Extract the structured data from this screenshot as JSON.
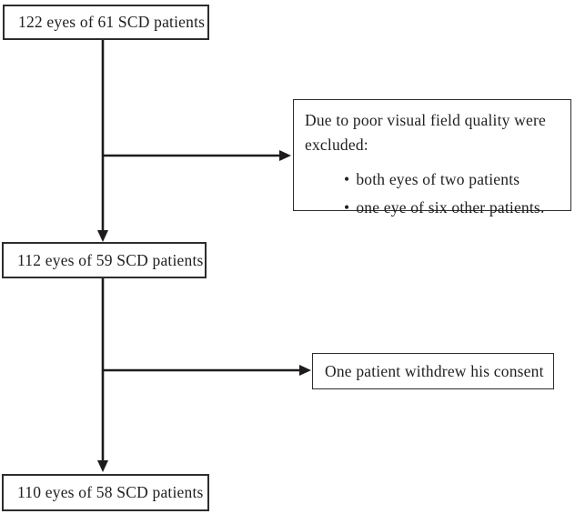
{
  "diagram": {
    "title": "SCD patient / eye inclusion flowchart",
    "nodes": {
      "start": {
        "label": "122 eyes of 61 SCD patients"
      },
      "after_exclusion": {
        "label": "112 eyes of 59 SCD patients"
      },
      "final": {
        "label": "110 eyes of 58 SCD patients"
      },
      "excluded": {
        "intro": "Due to poor visual field quality were excluded:",
        "bullet_glyph": "•",
        "bullets": [
          "both eyes of two patients",
          "one eye of six other patients."
        ]
      },
      "withdrew": {
        "label": "One patient withdrew his consent"
      }
    },
    "colors": {
      "line": "#1d1b1c",
      "box_border": "#2e2c2d",
      "text": "#1f1f1f",
      "background": "#ffffff"
    }
  }
}
